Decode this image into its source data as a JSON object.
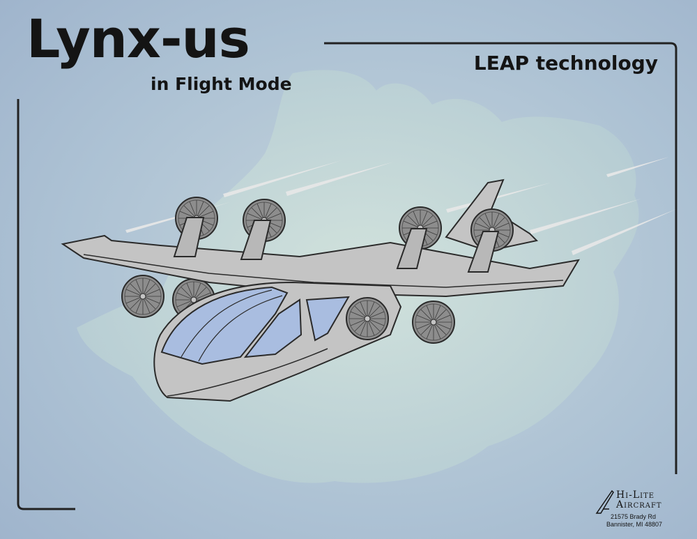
{
  "poster": {
    "title": "Lynx-us",
    "subtitle": "in Flight Mode",
    "tagline": "LEAP technology"
  },
  "logo": {
    "brand_line1": "Hi-Lite",
    "brand_line2": "Aircraft",
    "address_line1": "21575 Brady Rd",
    "address_line2": "Bannister, MI 48807",
    "icon": "hi-lite-aircraft-logo-icon"
  },
  "colors": {
    "background": "#a9bdd3",
    "cloud": "#cfe0da",
    "aircraft_body": "#c4c4c4",
    "canopy": "#a9bde0",
    "outline": "#2a2a2a"
  }
}
